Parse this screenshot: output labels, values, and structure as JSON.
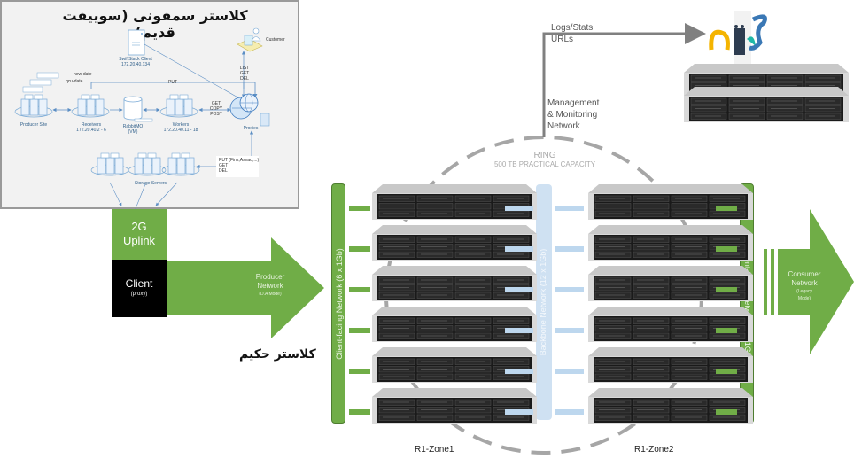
{
  "old_cluster": {
    "title": "کلاستر سمفونی (سوییفت قدیم)",
    "swiftstack_client": {
      "label": "SwiftStack Client",
      "ip": "172.20.40.134"
    },
    "customer": "Customer",
    "customer_ops": [
      "LIST",
      "GET",
      "DEL"
    ],
    "put_label": "PUT",
    "producer_site": "Producer Site",
    "producer_tags": [
      "",
      "new-date",
      "qcu-date"
    ],
    "receivers": {
      "label": "Receivers",
      "ip": "172.20.40.2 - 6"
    },
    "rabbitmq": {
      "label": "RabbitMQ",
      "sub": "(VM)"
    },
    "workers": {
      "label": "Workers",
      "ip": "172.20.40.11 - 18"
    },
    "worker_ops": [
      "GET",
      "COPY",
      "POST"
    ],
    "proxies": "Proxies",
    "storage_ops": [
      "PUT (Fins,Asnad,...)",
      "GET",
      "DEL"
    ],
    "storage_servers": "Storage Servers"
  },
  "uplink": {
    "line1": "2G",
    "line2": "Uplink"
  },
  "client": {
    "title": "Client",
    "sub": "(proxy)"
  },
  "producer_network": {
    "line1": "Producer",
    "line2": "Network",
    "sub": "(D.A Mode)"
  },
  "new_cluster_title": "کلاستر حکیم",
  "left_network": "Client-facing Network (6 x 1Gb)",
  "backbone_network": "Backbone Network (12 x 1Gb)",
  "right_network": "Client-facing Network (6 x 1Gb)",
  "consumer_network": {
    "line1": "Consumer",
    "line2": "Network",
    "sub1": "(Legacy",
    "sub2": "Mode)"
  },
  "ring": {
    "title": "RING",
    "capacity": "500 TB PRACTICAL CAPACITY"
  },
  "management": {
    "line1": "Management",
    "line2": "& Monitoring",
    "line3": "Network"
  },
  "logs": {
    "line1": "Logs/Stats",
    "line2": "URLs"
  },
  "zones": [
    "R1-Zone1",
    "R1-Zone2"
  ],
  "servers_per_zone": 6,
  "colors": {
    "green": "#70ad47",
    "blue": "#bdd7ee",
    "gray_line": "#808080",
    "ring": "#a6a6a6"
  }
}
